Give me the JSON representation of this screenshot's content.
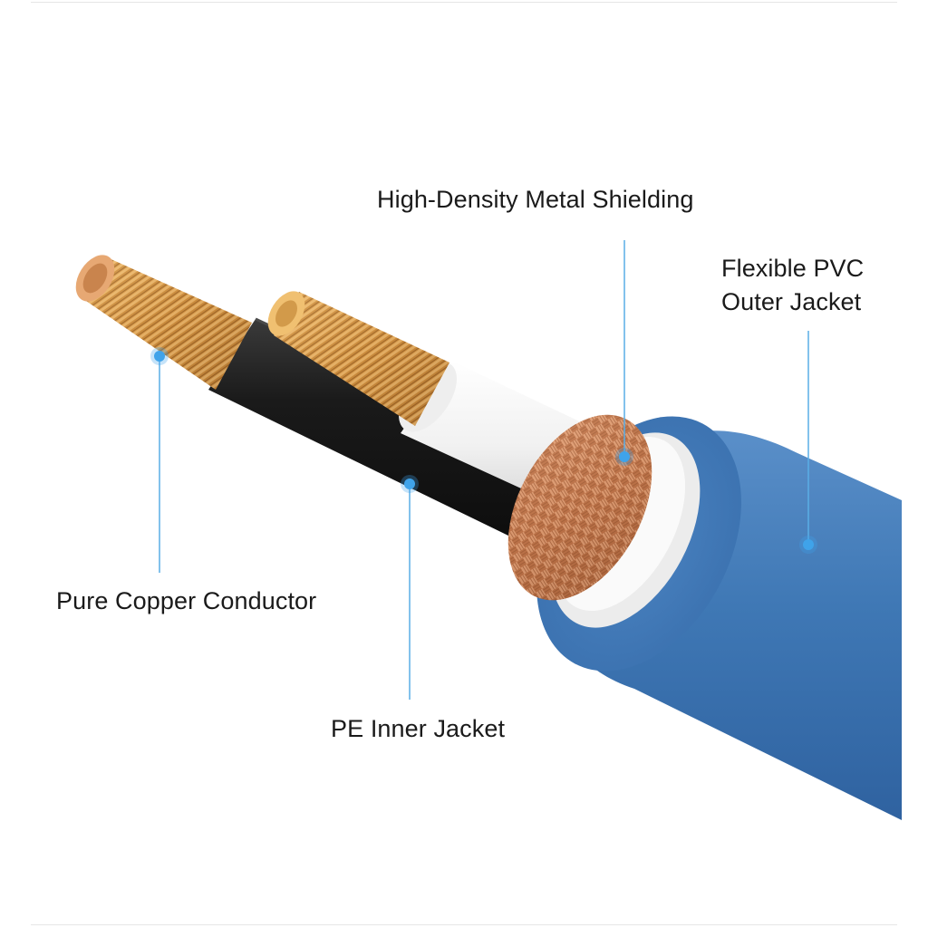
{
  "labels": {
    "shielding": "High-Density Metal Shielding",
    "outer_jacket_line1": "Flexible PVC",
    "outer_jacket_line2": "Outer Jacket",
    "conductor": "Pure Copper Conductor",
    "inner_jacket": "PE Inner Jacket"
  },
  "colors": {
    "pvc_blue": "#3f78b5",
    "pvc_blue_dark": "#2b5f99",
    "pe_black": "#151515",
    "insulation_white": "#f4f4f4",
    "copper": "#c98a4e",
    "copper_wire": "#d89a3c",
    "callout_line": "#5aaee6",
    "callout_dot": "#3fa3ea"
  },
  "icons": {
    "callout_marker": "callout-dot-icon"
  }
}
